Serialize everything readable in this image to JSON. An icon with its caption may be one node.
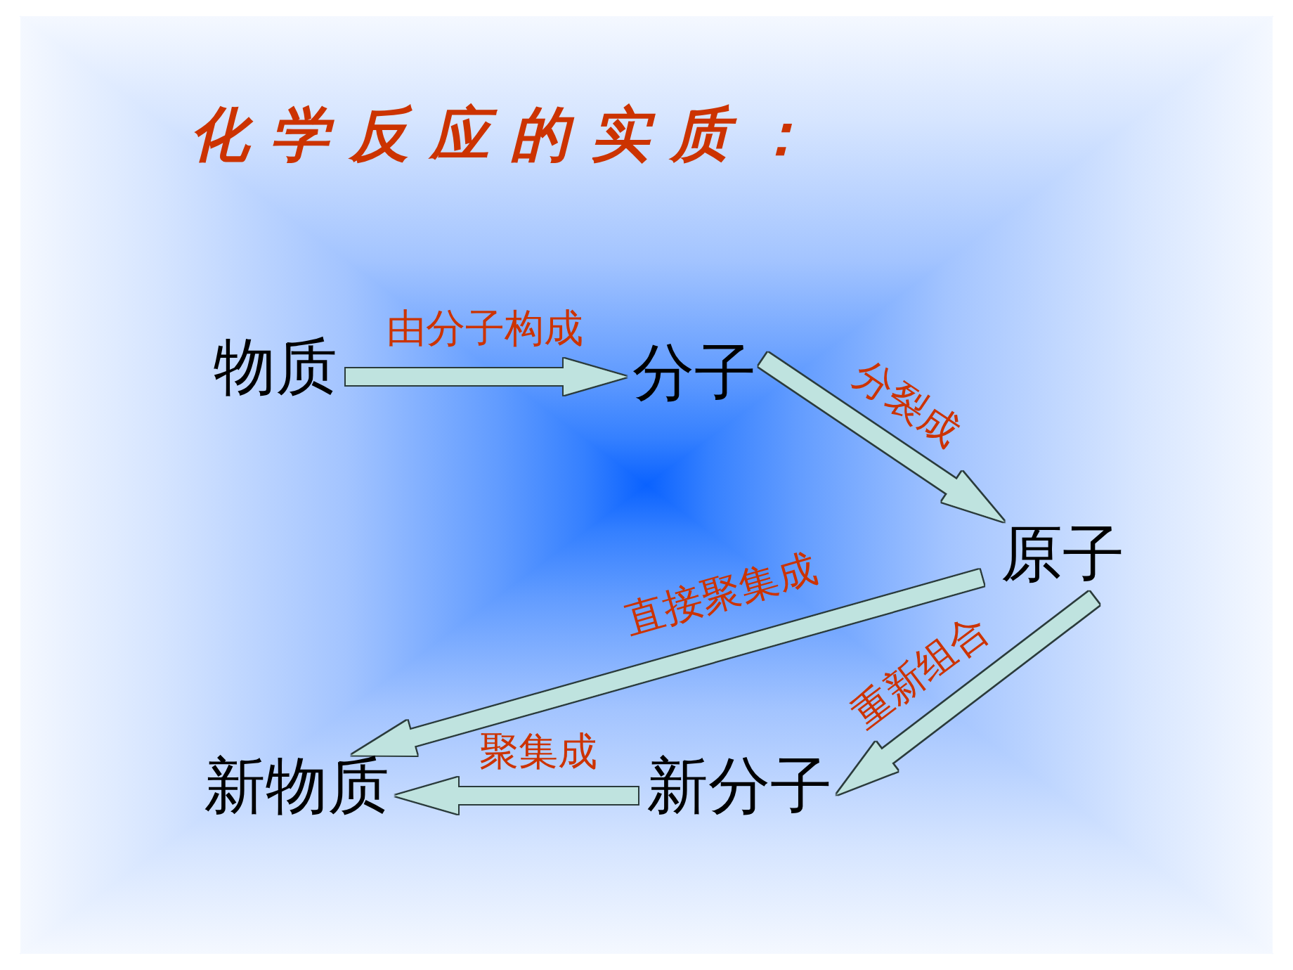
{
  "diagram": {
    "title": "化学反应的实质：",
    "nodes": [
      {
        "text": [
          "物质"
        ]
      },
      {
        "text": [
          "分子"
        ]
      },
      {
        "text": [
          "原子"
        ]
      },
      {
        "text": [
          "新分子"
        ]
      },
      {
        "text": [
          "新物质"
        ]
      }
    ],
    "edges": [
      {
        "from": 0,
        "to": 1,
        "arrow": "to",
        "label": "由分子构成"
      },
      {
        "from": 1,
        "to": 2,
        "arrow": "to",
        "label": "分裂成"
      },
      {
        "from": 2,
        "to": 4,
        "arrow": "to",
        "label": "直接聚集成"
      },
      {
        "from": 2,
        "to": 3,
        "arrow": "to",
        "label": "重新组合"
      },
      {
        "from": 3,
        "to": 4,
        "arrow": "to",
        "label": "聚集成"
      }
    ]
  }
}
